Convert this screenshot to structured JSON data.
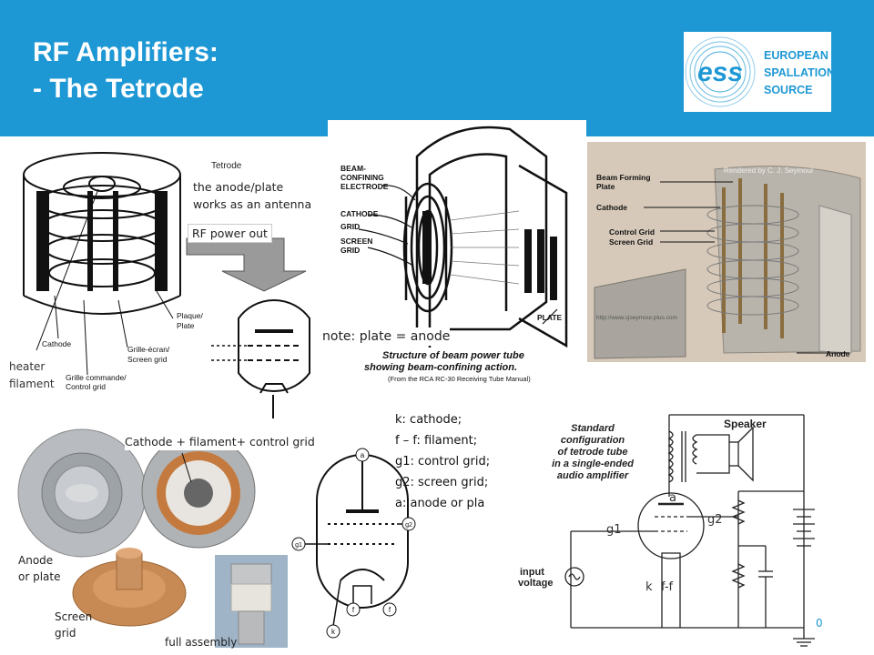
{
  "slide": {
    "title_line1": "RF Amplifiers:",
    "title_line2": "- The Tetrode",
    "page_number": "0"
  },
  "logo": {
    "mark": "ess",
    "line1": "EUROPEAN",
    "line2": "SPALLATION",
    "line3": "SOURCE",
    "accent": "#1e98d4"
  },
  "tetrode_drawing": {
    "heading": "Tetrode",
    "antenna_note_1": "the anode/plate",
    "antenna_note_2": "works as an antenna",
    "rf_power_out": "RF power out",
    "plate_1": "Plaque/",
    "plate_2": "Plate",
    "screen_1": "Grille-écran/",
    "screen_2": "Screen grid",
    "cathode": "Cathode",
    "control_1": "Grille commande/",
    "control_2": "Control grid",
    "heater_1": "heater",
    "heater_2": "filament"
  },
  "beam_tube": {
    "beam_1": "BEAM-",
    "beam_2": "CONFINING",
    "beam_3": "ELECTRODE",
    "cathode": "CATHODE",
    "grid": "GRID",
    "screen_1": "SCREEN",
    "screen_2": "GRID",
    "plate": "PLATE",
    "note": "note: plate = anode",
    "caption_1": "Structure of beam power tube",
    "caption_2": "showing beam-confining action.",
    "caption_3": "(From the RCA RC-30 Receiving Tube Manual)"
  },
  "render": {
    "credit": "Rendered by C. J. Seymour",
    "beam_1": "Beam Forming",
    "beam_2": "Plate",
    "cathode": "Cathode",
    "control": "Control Grid",
    "screen": "Screen Grid",
    "url": "http://www.cjseymour.plus.com",
    "anode": "Anode"
  },
  "photos": {
    "cathode_label": "Cathode + filament+ control grid",
    "anode_1": "Anode",
    "anode_2": "or plate",
    "screen_1": "Screen",
    "screen_2": "grid",
    "assembly": "full assembly"
  },
  "symbol": {
    "a": "a",
    "g1": "g1",
    "g2": "g2",
    "k": "k",
    "f1": "f",
    "f2": "f"
  },
  "legend": {
    "k": "k:    cathode;",
    "f": "f – f: filament;",
    "g1": "g1:   control grid;",
    "g2": "g2:    screen grid;",
    "a": "a:     anode or pla"
  },
  "circuit": {
    "caption_1": "Standard",
    "caption_2": "configuration",
    "caption_3": "of tetrode tube",
    "caption_4": "in a single-ended",
    "caption_5": "audio amplifier",
    "speaker": "Speaker",
    "input_1": "input",
    "input_2": "voltage",
    "a": "a",
    "g1": "g1",
    "g2": "g2",
    "k": "k",
    "ff": "f-f"
  }
}
